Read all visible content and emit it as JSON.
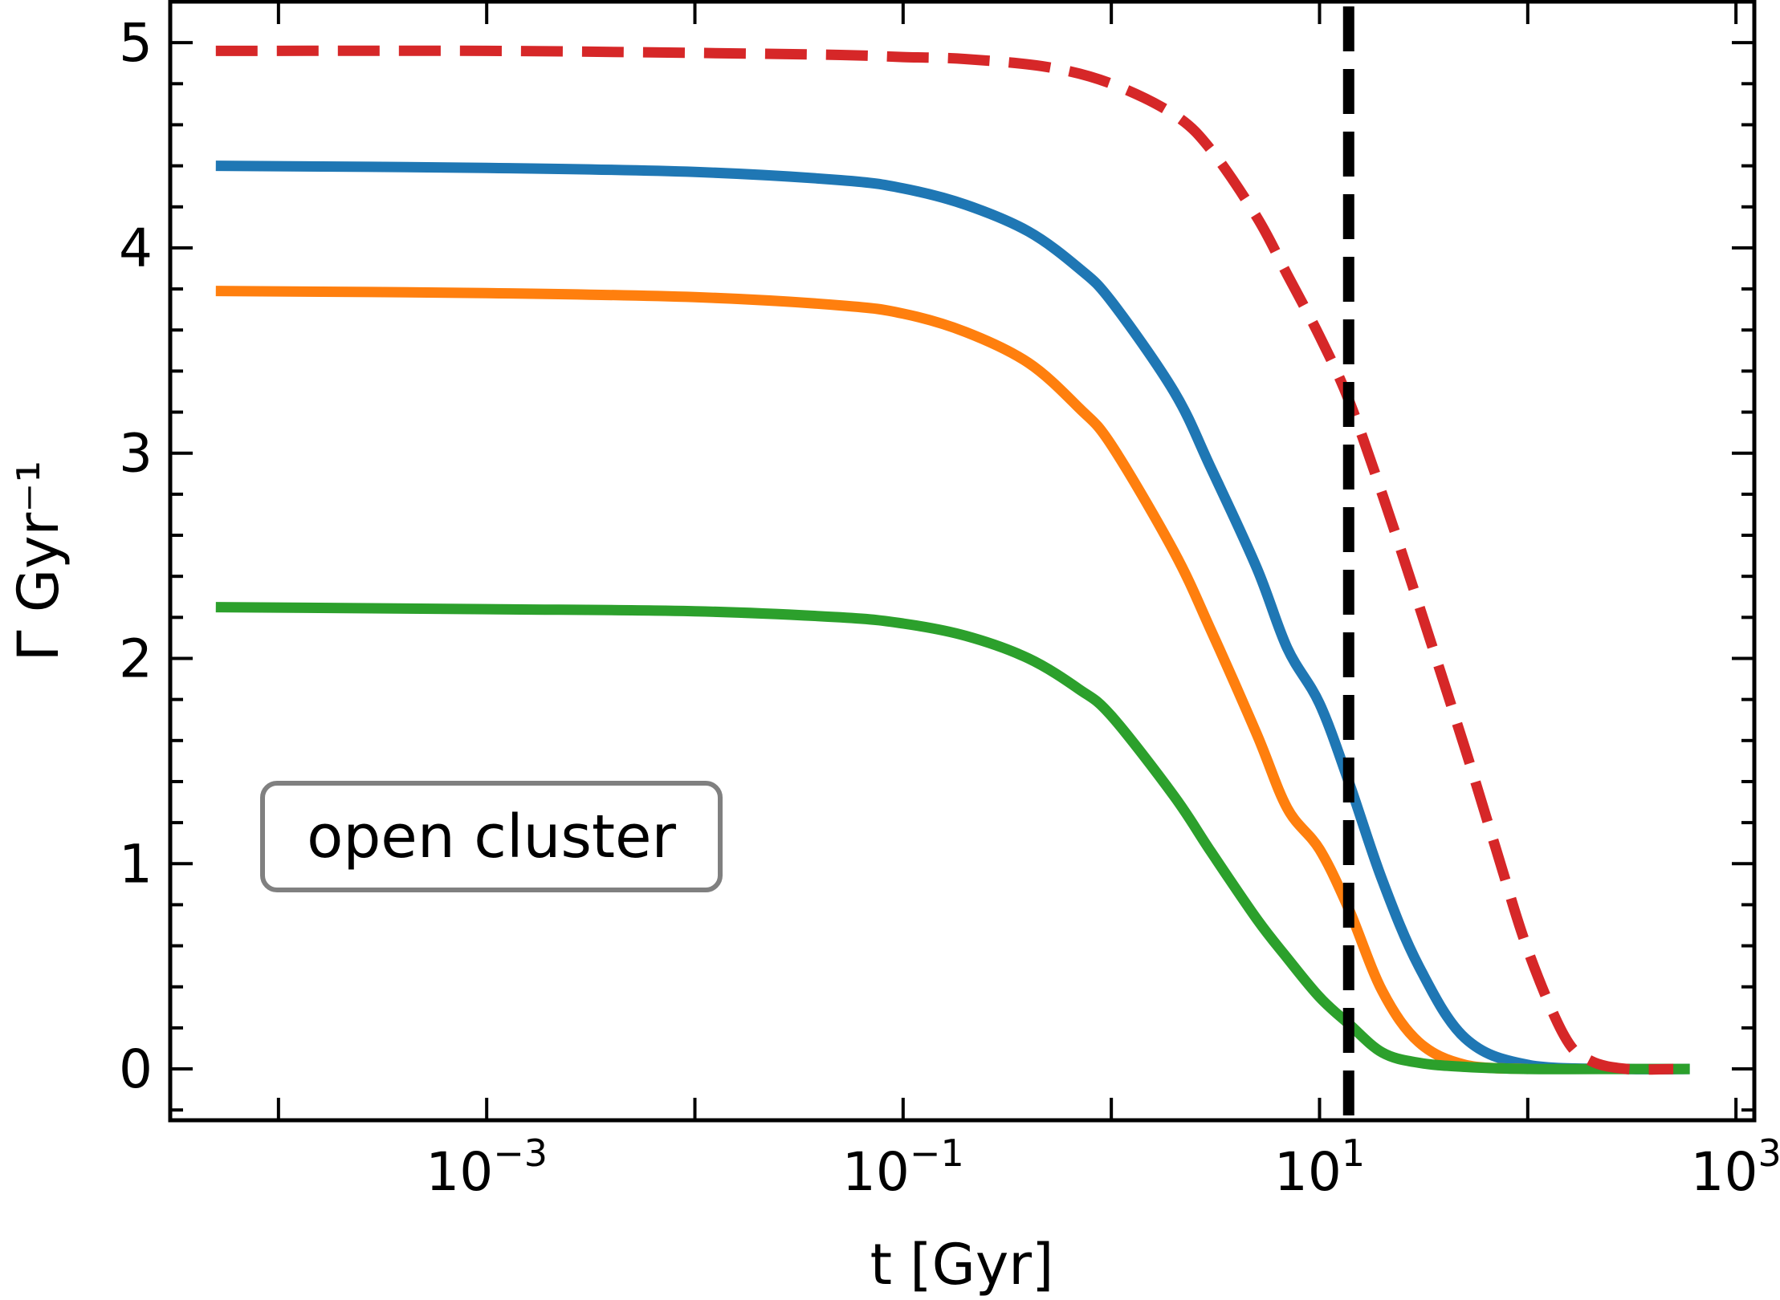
{
  "chart_data": {
    "type": "line",
    "title": "",
    "xlabel": "t [Gyr]",
    "ylabel": "Γ Gyr⁻¹",
    "xscale": "log",
    "xlim": [
      3.02e-05,
      1225
    ],
    "ylim": [
      -0.25,
      5.2
    ],
    "grid": false,
    "legend": "none",
    "x_ticks": [
      {
        "value": 0.001,
        "base": "10",
        "exp": "−3"
      },
      {
        "value": 0.1,
        "base": "10",
        "exp": "−1"
      },
      {
        "value": 10,
        "base": "10",
        "exp": "1"
      },
      {
        "value": 1000,
        "base": "10",
        "exp": "3"
      }
    ],
    "y_ticks": [
      {
        "value": 0,
        "label": "0"
      },
      {
        "value": 1,
        "label": "1"
      },
      {
        "value": 2,
        "label": "2"
      },
      {
        "value": 3,
        "label": "3"
      },
      {
        "value": 4,
        "label": "4"
      },
      {
        "value": 5,
        "label": "5"
      }
    ],
    "annotation": "open cluster",
    "vline": {
      "x": 13.8,
      "color": "#000000",
      "style": "dashed"
    },
    "series": [
      {
        "color": "#1f77b4",
        "style": "solid",
        "x": [
          5e-05,
          0.001,
          0.01,
          0.05,
          0.1,
          0.2,
          0.4,
          0.7,
          1,
          2,
          3,
          5,
          7,
          10,
          13.8,
          20,
          30,
          50,
          100,
          300,
          600
        ],
        "y": [
          4.4,
          4.39,
          4.37,
          4.33,
          4.29,
          4.21,
          4.08,
          3.9,
          3.74,
          3.3,
          2.93,
          2.44,
          2.05,
          1.78,
          1.4,
          0.92,
          0.5,
          0.15,
          0.02,
          0.0,
          0.0
        ]
      },
      {
        "color": "#ff7f0e",
        "style": "solid",
        "x": [
          5e-05,
          0.001,
          0.01,
          0.05,
          0.1,
          0.2,
          0.4,
          0.7,
          1,
          2,
          3,
          5,
          7,
          10,
          13.8,
          20,
          30,
          50,
          100
        ],
        "y": [
          3.79,
          3.78,
          3.76,
          3.72,
          3.68,
          3.59,
          3.44,
          3.22,
          3.04,
          2.52,
          2.14,
          1.63,
          1.27,
          1.07,
          0.78,
          0.38,
          0.13,
          0.02,
          0.0
        ]
      },
      {
        "color": "#2ca02c",
        "style": "solid",
        "x": [
          5e-05,
          0.001,
          0.01,
          0.05,
          0.1,
          0.2,
          0.4,
          0.7,
          1,
          2,
          3,
          5,
          7,
          10,
          13.8,
          20,
          30,
          50,
          100,
          300,
          600
        ],
        "y": [
          2.25,
          2.24,
          2.23,
          2.2,
          2.17,
          2.11,
          2.0,
          1.85,
          1.72,
          1.33,
          1.06,
          0.73,
          0.54,
          0.35,
          0.22,
          0.08,
          0.03,
          0.01,
          0.0,
          0.0,
          0.0
        ]
      },
      {
        "color": "#d62728",
        "style": "dashed",
        "x": [
          5e-05,
          0.001,
          0.01,
          0.05,
          0.1,
          0.2,
          0.5,
          1,
          2,
          3,
          5,
          7,
          10,
          13.8,
          20,
          30,
          50,
          70,
          100,
          150,
          200,
          300,
          500
        ],
        "y": [
          4.96,
          4.96,
          4.95,
          4.94,
          4.93,
          4.92,
          4.88,
          4.8,
          4.65,
          4.48,
          4.15,
          3.87,
          3.57,
          3.26,
          2.8,
          2.26,
          1.56,
          1.08,
          0.58,
          0.16,
          0.04,
          0.0,
          0.0
        ]
      }
    ]
  }
}
